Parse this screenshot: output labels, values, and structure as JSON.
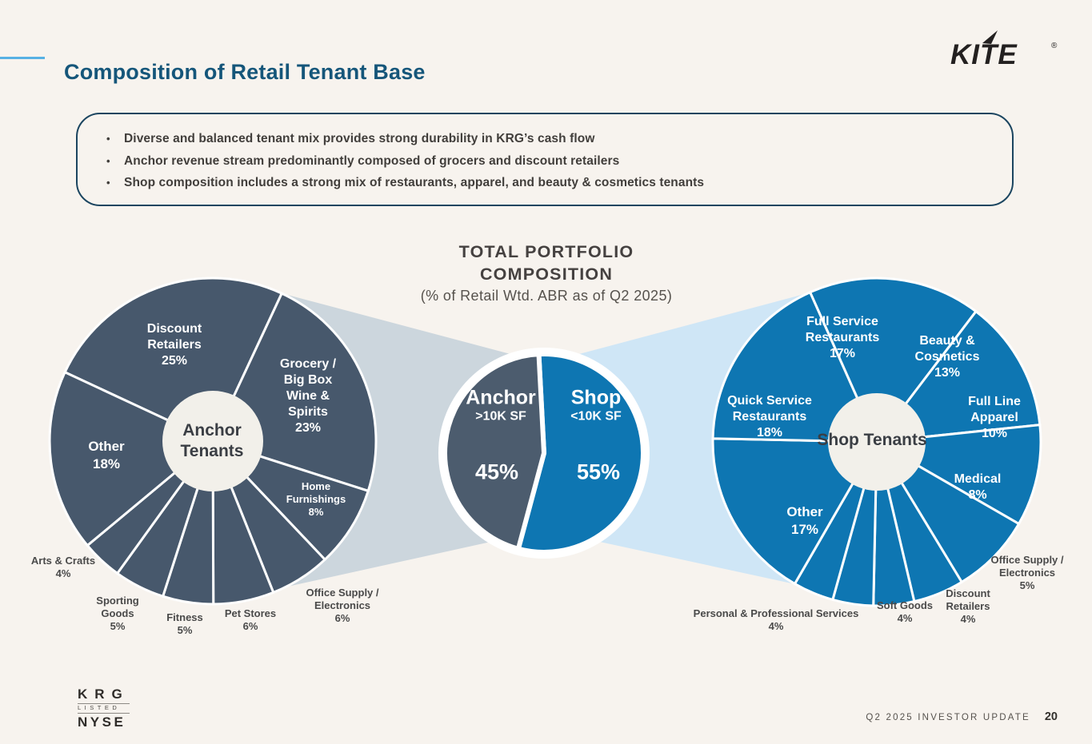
{
  "header": {
    "title": "Composition of Retail Tenant Base",
    "logo": {
      "text": "KITE",
      "registered": "®"
    }
  },
  "highlights": [
    "Diverse and balanced tenant mix provides strong durability in KRG’s cash flow",
    "Anchor revenue stream predominantly composed of grocers and discount retailers",
    "Shop composition includes a strong mix of restaurants, apparel, and beauty & cosmetics tenants"
  ],
  "chart_data": {
    "title": "TOTAL PORTFOLIO\nCOMPOSITION",
    "subtitle": "(% of Retail Wtd. ABR as of Q2 2025)",
    "layout_hint": "three pies: anchor tenant breakdown (left, dark slate), anchor vs shop split (center), shop tenant breakdown (right, blue); funnels connect center pie to side pies; legend off; values shown as % labels",
    "charts": [
      {
        "type": "pie",
        "name": "anchor-tenant-mix",
        "center_label": "Anchor Tenants",
        "slice_color": "#47586c",
        "slices": [
          {
            "label": "Discount Retailers",
            "value": 25
          },
          {
            "label": "Grocery / Big Box Wine & Spirits",
            "value": 23
          },
          {
            "label": "Home Furnishings",
            "value": 8
          },
          {
            "label": "Office Supply / Electronics",
            "value": 6
          },
          {
            "label": "Pet Stores",
            "value": 6
          },
          {
            "label": "Fitness",
            "value": 5
          },
          {
            "label": "Sporting Goods",
            "value": 5
          },
          {
            "label": "Arts & Crafts",
            "value": 4
          },
          {
            "label": "Other",
            "value": 18
          }
        ]
      },
      {
        "type": "pie",
        "name": "anchor-vs-shop-split",
        "slices": [
          {
            "label": "Shop",
            "sublabel": "<10K SF",
            "value": 55,
            "color": "#0e76b2"
          },
          {
            "label": "Anchor",
            "sublabel": ">10K SF",
            "value": 45,
            "color": "#4c5c6e"
          }
        ]
      },
      {
        "type": "pie",
        "name": "shop-tenant-mix",
        "center_label": "Shop Tenants",
        "slice_color": "#0e76b2",
        "slices": [
          {
            "label": "Full Service Restaurants",
            "value": 17
          },
          {
            "label": "Beauty & Cosmetics",
            "value": 13
          },
          {
            "label": "Full Line Apparel",
            "value": 10
          },
          {
            "label": "Medical",
            "value": 8
          },
          {
            "label": "Office Supply / Electronics",
            "value": 5
          },
          {
            "label": "Discount Retailers",
            "value": 4
          },
          {
            "label": "Soft Goods",
            "value": 4
          },
          {
            "label": "Personal & Professional Services",
            "value": 4
          },
          {
            "label": "Other",
            "value": 17
          },
          {
            "label": "Quick Service Restaurants",
            "value": 18
          }
        ]
      }
    ]
  },
  "footer": {
    "listing": {
      "ticker": "KRG",
      "listed_label": "LISTED",
      "exchange": "NYSE"
    },
    "report_label": "Q2 2025 INVESTOR UPDATE",
    "page_number": "20"
  },
  "colors": {
    "background": "#f7f3ee",
    "title_text": "#15567a",
    "accent_line": "#57b1e4",
    "box_border": "#1b4560",
    "anchor_dark": "#47586c",
    "shop_blue": "#0e76b2",
    "funnel_gray": "#ccd6dd",
    "funnel_blue": "#cfe6f6",
    "hub_fill": "#f2f0ea"
  }
}
